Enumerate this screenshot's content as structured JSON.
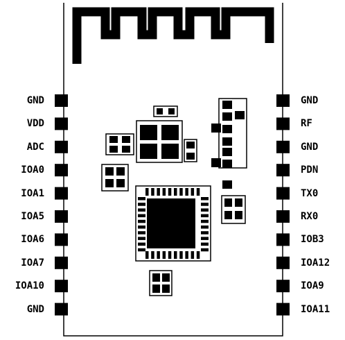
{
  "pins": {
    "left": [
      "GND",
      "VDD",
      "ADC",
      "IOA0",
      "IOA1",
      "IOA5",
      "IOA6",
      "IOA7",
      "IOA10",
      "GND"
    ],
    "right": [
      "GND",
      "RF",
      "GND",
      "PDN",
      "TX0",
      "RX0",
      "IOB3",
      "IOA12",
      "IOA9",
      "IOA11"
    ]
  },
  "colors": {
    "ink": "#000000",
    "board": "#ffffff"
  }
}
